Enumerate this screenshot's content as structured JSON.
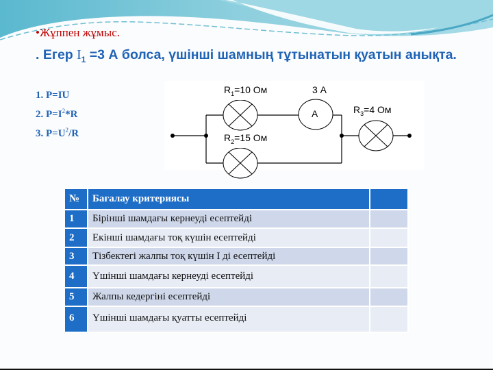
{
  "slide": {
    "subtitle": "•Жұппен жұмыс.",
    "question": {
      "prefix": ". Егер ",
      "current_var": "I",
      "current_sub": "1",
      "suffix": " =3 А болса, үшінші шамның  тұтынатын қуатын анықта."
    },
    "formulas": [
      {
        "num": "1.",
        "text": "P=IU",
        "sup": "",
        "after": ""
      },
      {
        "num": "2.",
        "text": "P=I",
        "sup": "2",
        "after": "*R"
      },
      {
        "num": "3.",
        "text": "P=U",
        "sup": "2",
        "after": "/R"
      }
    ]
  },
  "circuit": {
    "r1": {
      "name": "R",
      "sub": "1",
      "value": "=10 Ом"
    },
    "r2": {
      "name": "R",
      "sub": "2",
      "value": "=15 Ом"
    },
    "r3": {
      "name": "R",
      "sub": "3",
      "value": "=4 Ом"
    },
    "ammeter_reading": "3 А",
    "ammeter_symbol": "А"
  },
  "table": {
    "header": {
      "num": "№",
      "criteria": "Бағалау критериясы",
      "score": ""
    },
    "rows": [
      {
        "num": "1",
        "text": "Бірінші шамдағы кернеуді есептейді",
        "score": ""
      },
      {
        "num": "2",
        "text": "Екінші шамдағы тоқ күшін есептейді",
        "score": ""
      },
      {
        "num": "3",
        "text": "Тізбектегі жалпы тоқ күшін I ді есептейді",
        "score": ""
      },
      {
        "num": "4",
        "text": "Үшінші шамдағы кернеуді есептейді",
        "score": ""
      },
      {
        "num": "5",
        "text": "Жалпы кедергіні есептейді",
        "score": ""
      },
      {
        "num": "6",
        "text": "Үшінші шамдағы қуатты есептейді",
        "score": ""
      }
    ]
  },
  "colors": {
    "subtitle": "#c00000",
    "question": "#1f63b5",
    "table_header": "#1e6ec8",
    "row_dark": "#cfd8ea",
    "row_light": "#e8ecf5"
  }
}
